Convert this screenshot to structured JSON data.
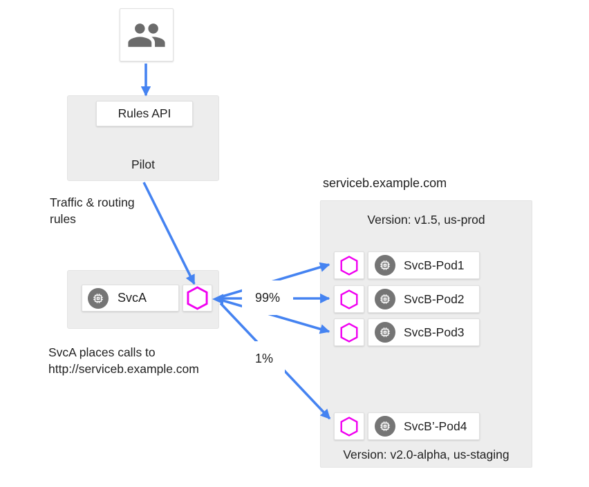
{
  "users": {
    "icon": "people-icon"
  },
  "pilot": {
    "label": "Pilot",
    "rules_api": "Rules API"
  },
  "traffic_rules_label": {
    "line1": "Traffic & routing",
    "line2": "rules"
  },
  "svca": {
    "label": "SvcA",
    "service_icon": "chip-icon",
    "proxy_icon": "hexagon-proxy-icon"
  },
  "svca_calls_label": {
    "line1": "SvcA places calls to",
    "line2": "http://serviceb.example.com"
  },
  "serviceb": {
    "domain": "serviceb.example.com",
    "prod_version": "Version: v1.5, us-prod",
    "staging_version": "Version: v2.0-alpha, us-staging",
    "pods": [
      "SvcB-Pod1",
      "SvcB-Pod2",
      "SvcB-Pod3"
    ],
    "staging_pod": "SvcB’-Pod4"
  },
  "weights": {
    "prod": "99%",
    "staging": "1%"
  },
  "colors": {
    "arrow_blue": "#4583F1",
    "proxy_magenta": "#F000F0",
    "chip_gray": "#757575",
    "users_icon_gray": "#6B6B6B",
    "box_gray": "#EDEDED",
    "text": "#212121"
  }
}
